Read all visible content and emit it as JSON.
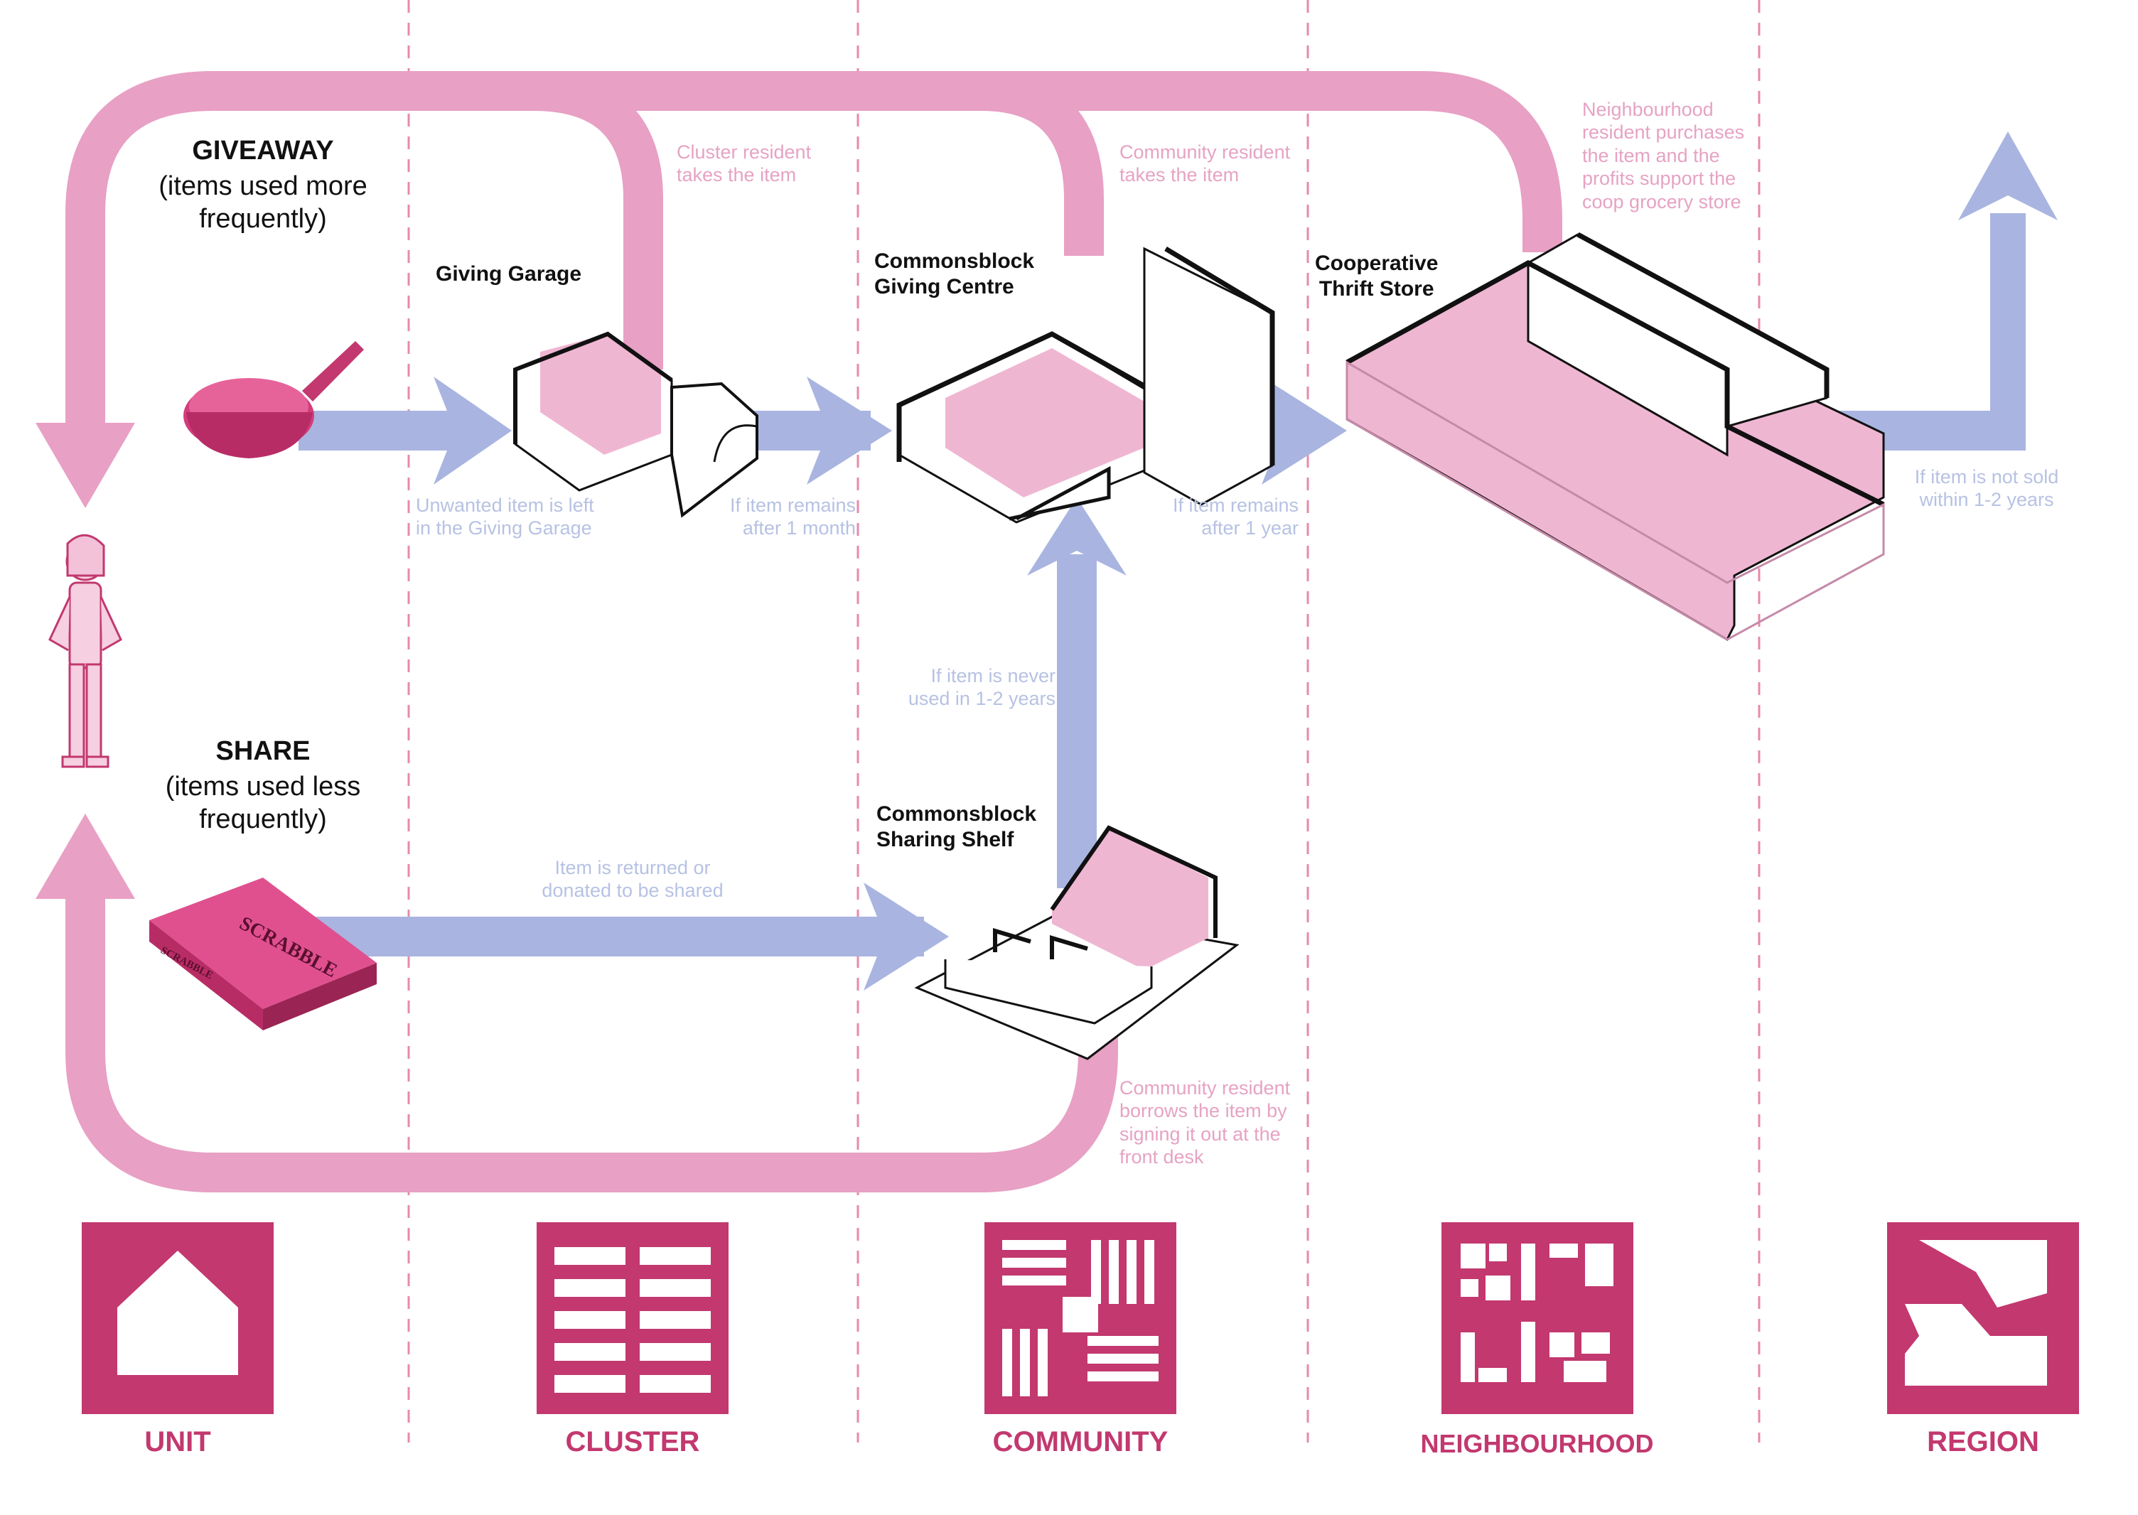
{
  "colors": {
    "pink_flow": "#e8a0c4",
    "blue_flow": "#a9b5e0",
    "magenta": "#c2386f",
    "room_fill": "#efb6d2",
    "pink_text": "#e6a3c3",
    "blue_text": "#b7c2e3",
    "divider": "#e88aa8"
  },
  "modes": {
    "giveaway_title": "GIVEAWAY",
    "giveaway_subtitle": "(items used more\nfrequently)",
    "share_title": "SHARE",
    "share_subtitle": "(items used less\nfrequently)"
  },
  "places": {
    "giving_garage": "Giving Garage",
    "giving_centre": "Commonsblock\nGiving Centre",
    "thrift_store": "Cooperative\nThrift Store",
    "sharing_shelf": "Commonsblock\nSharing Shelf"
  },
  "notes": {
    "cluster_takes": "Cluster resident\ntakes the item",
    "community_takes": "Community resident\ntakes the item",
    "neighbourhood_purchase": "Neighbourhood\nresident purchases\nthe item and the\nprofits support the\ncoop grocery store",
    "left_in_garage": "Unwanted item is left\nin the Giving Garage",
    "remains_month": "If item remains\nafter 1 month",
    "remains_year": "If item remains\nafter 1 year",
    "not_sold": "If item is not sold\nwithin 1-2 years",
    "never_used": "If item is never\nused in 1-2 years",
    "returned_donated": "Item is returned or\ndonated to be shared",
    "borrows": "Community resident\nborrows the item by\nsigning it out at the\nfront desk"
  },
  "objects": {
    "board_game_text": "SCRABBLE",
    "board_game_icon": "board-game-box-icon",
    "pan_icon": "frying-pan-icon",
    "person_icon": "person-icon"
  },
  "scales": [
    {
      "label": "UNIT",
      "icon": "house-icon"
    },
    {
      "label": "CLUSTER",
      "icon": "cluster-blocks-icon"
    },
    {
      "label": "COMMUNITY",
      "icon": "community-plan-icon"
    },
    {
      "label": "NEIGHBOURHOOD",
      "icon": "neighbourhood-grid-icon"
    },
    {
      "label": "REGION",
      "icon": "region-map-icon"
    }
  ]
}
